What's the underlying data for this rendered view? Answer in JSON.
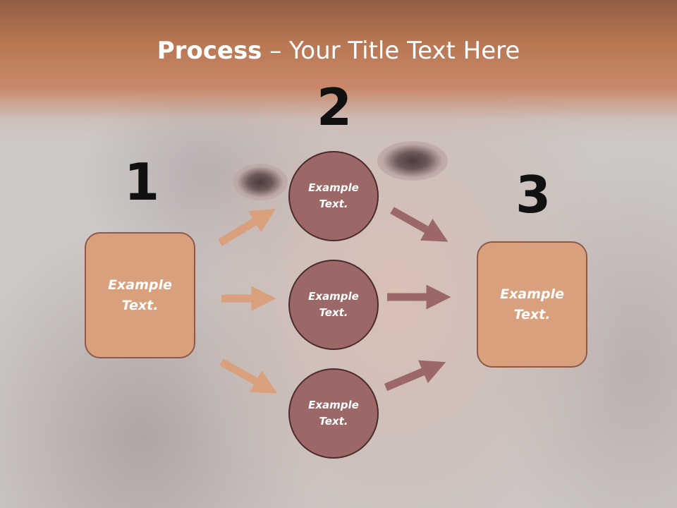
{
  "title": {
    "bold": "Process",
    "rest": " – Your Title Text Here"
  },
  "steps": {
    "one": "1",
    "two": "2",
    "three": "3"
  },
  "boxes": {
    "left": "Example\nText.",
    "right": "Example\nText."
  },
  "circles": {
    "top": "Example\nText.",
    "middle": "Example\nText.",
    "bottom": "Example\nText."
  },
  "colors": {
    "header": "#b87752",
    "box_fill": "#d9a07d",
    "box_border": "#8c5a4a",
    "circle_fill": "#9b6767",
    "circle_border": "#4b2b2b",
    "arrow_left": "#d9a07d",
    "arrow_right": "#9b6767"
  }
}
